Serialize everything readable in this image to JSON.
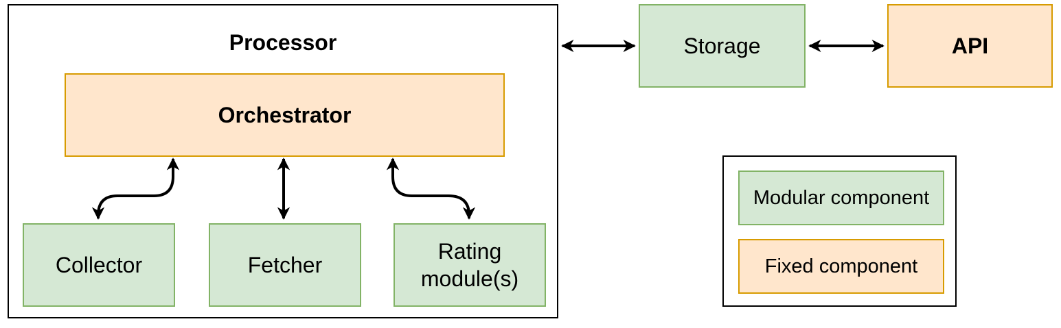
{
  "diagram": {
    "processor": {
      "label": "Processor"
    },
    "orchestrator": {
      "label": "Orchestrator"
    },
    "modules": [
      {
        "label": "Collector"
      },
      {
        "label": "Fetcher"
      },
      {
        "label": "Rating module(s)"
      }
    ],
    "storage": {
      "label": "Storage"
    },
    "api": {
      "label": "API"
    }
  },
  "legend": {
    "items": [
      {
        "label": "Modular component"
      },
      {
        "label": "Fixed component"
      }
    ]
  },
  "colors": {
    "modular_fill": "#d5e8d4",
    "modular_border": "#82b366",
    "fixed_fill": "#ffe6cc",
    "fixed_border": "#d79b00",
    "outline": "#000000",
    "arrow": "#000000",
    "background": "#ffffff"
  }
}
